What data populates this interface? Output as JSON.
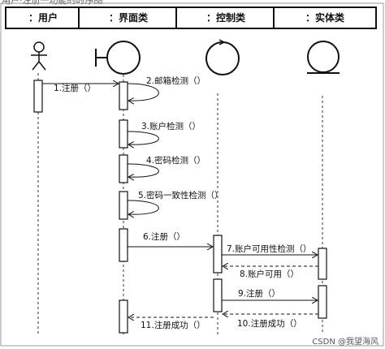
{
  "title_fragment": "用户·注册一功能的时序图",
  "header": {
    "user": "：用户",
    "ui": "：界面类",
    "control": "：控制类",
    "entity": "：实体类"
  },
  "messages": {
    "m1": "1.注册（）",
    "m2": "2.邮箱检测（）",
    "m3": "3.账户检测（）",
    "m4": "4.密码检测（）",
    "m5": "5.密码一致性检测（）",
    "m6": "6.注册（）",
    "m7": "7.账户可用性检测（）",
    "m8": "8.账户可用（）",
    "m9": "9.注册（）",
    "m10": "10.注册成功（）",
    "m11": "11.注册成功（）"
  },
  "watermark": "CSDN @我望海风"
}
